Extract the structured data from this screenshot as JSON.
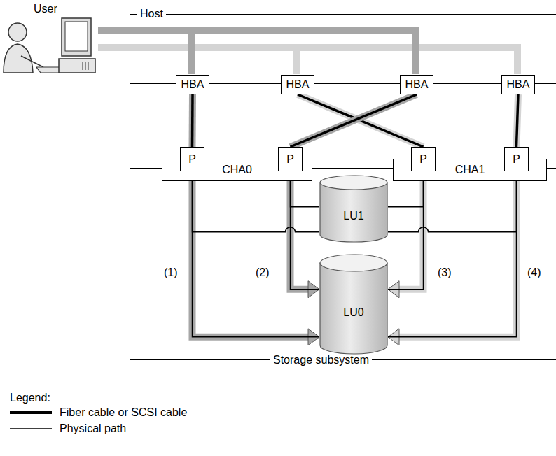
{
  "diagram": {
    "nodes": [
      {
        "text": [
          "Host"
        ]
      },
      {
        "text": [
          "HBA"
        ],
        "in": 0
      },
      {
        "text": [
          "HBA"
        ],
        "in": 0
      },
      {
        "text": [
          "HBA"
        ],
        "in": 0
      },
      {
        "text": [
          "HBA"
        ],
        "in": 0
      },
      {
        "text": [
          "Storage subsystem"
        ]
      },
      {
        "text": [
          "CHA0"
        ],
        "in": 5
      },
      {
        "text": [
          "P"
        ],
        "in": 6
      },
      {
        "text": [
          "P"
        ],
        "in": 6
      },
      {
        "text": [
          "CHA1"
        ],
        "in": 5
      },
      {
        "text": [
          "P"
        ],
        "in": 9
      },
      {
        "text": [
          "P"
        ],
        "in": 9
      },
      {
        "text": [
          "LU1"
        ],
        "in": 5
      },
      {
        "text": [
          "LU0"
        ],
        "in": 5
      }
    ],
    "edges": [
      {
        "from": 1,
        "to": 7,
        "arrow": "none"
      },
      {
        "from": 2,
        "to": 10,
        "arrow": "none"
      },
      {
        "from": 3,
        "to": 8,
        "arrow": "none"
      },
      {
        "from": 4,
        "to": 11,
        "arrow": "none"
      },
      {
        "from": 7,
        "to": 13,
        "arrow": "to"
      },
      {
        "from": 8,
        "to": 13,
        "arrow": "to"
      },
      {
        "from": 10,
        "to": 13,
        "arrow": "to"
      },
      {
        "from": 11,
        "to": 13,
        "arrow": "to"
      },
      {
        "from": 7,
        "to": 12,
        "arrow": "none"
      },
      {
        "from": 8,
        "to": 12,
        "arrow": "none"
      },
      {
        "from": 10,
        "to": 12,
        "arrow": "none"
      },
      {
        "from": 11,
        "to": 12,
        "arrow": "none"
      }
    ],
    "labels": [
      "User",
      "(1)",
      "(2)",
      "(3)",
      "(4)",
      "Legend:"
    ],
    "legend": [
      {
        "text": "Fiber cable or SCSI cable"
      },
      {
        "text": "Physical path"
      }
    ]
  }
}
